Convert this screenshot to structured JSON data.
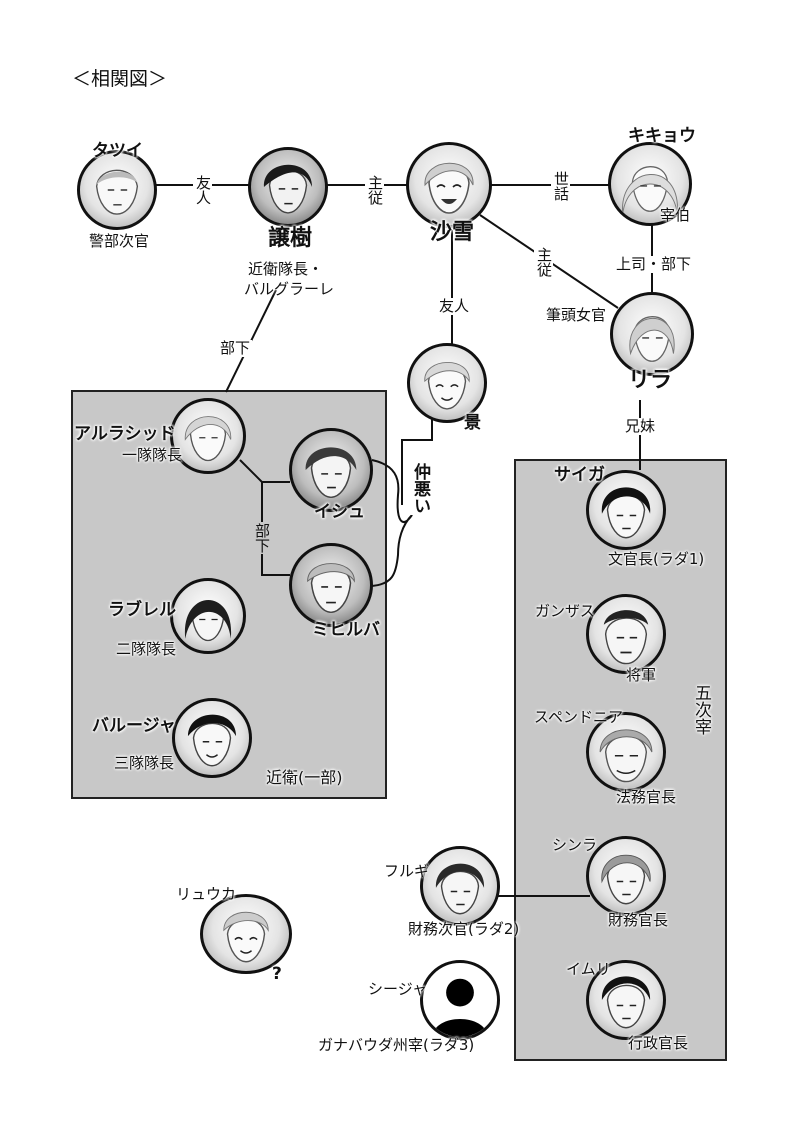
{
  "title": "＜相関図＞",
  "groups": {
    "guard": "近衛(一部)",
    "ministers": "五次宰"
  },
  "people": {
    "tatsui": {
      "name": "タツイ",
      "role": "警部次官"
    },
    "jouju": {
      "name": "譲樹",
      "role1": "近衛隊長・",
      "role2": "バルグラーレ"
    },
    "sayuki": {
      "name": "沙雪"
    },
    "kikyou": {
      "name": "キキョウ",
      "role": "宰伯"
    },
    "kei": {
      "name": "景"
    },
    "rira": {
      "name": "リラ",
      "role": "筆頭女官"
    },
    "alrashid": {
      "name": "アルラシッド",
      "role": "一隊隊長"
    },
    "ishu": {
      "name": "イシュ"
    },
    "mihiruba": {
      "name": "ミヒルバ"
    },
    "rabururu": {
      "name": "ラブレル",
      "role": "二隊隊長"
    },
    "barujya": {
      "name": "バルージャ",
      "role": "三隊隊長"
    },
    "saiga": {
      "name": "サイガ",
      "role": "文官長(ラダ1)"
    },
    "ganzasu": {
      "name": "ガンザス",
      "role": "将軍"
    },
    "supendo": {
      "name": "スペンドニア",
      "role": "法務官長"
    },
    "shinra": {
      "name": "シンラ",
      "role": "財務官長"
    },
    "furugi": {
      "name": "フルギ",
      "role": "財務次官(ラダ2)"
    },
    "imuri": {
      "name": "イムリ",
      "role": "行政官長"
    },
    "ryuuka": {
      "name": "リュウカ",
      "note": "?"
    },
    "shijya": {
      "name": "シージャ",
      "role": "ガナバウダ州宰(ラダ3)"
    }
  },
  "relations": {
    "friend1": "友人",
    "master1": "主従",
    "care": "世話",
    "master2": "主従",
    "boss": "上司・部下",
    "friend2": "友人",
    "sub1": "部下",
    "sub2": "部下",
    "rivals": "仲悪い",
    "siblings": "兄妹"
  }
}
